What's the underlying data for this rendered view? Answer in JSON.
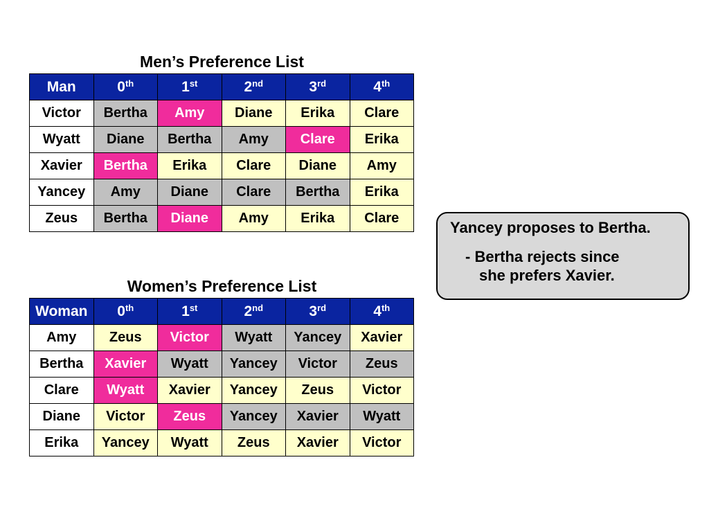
{
  "colors": {
    "header_bg": "#0a24a0",
    "header_text": "#ffffff",
    "gray": "#c0c0c0",
    "pink": "#f02c9c",
    "cream": "#ffffcc",
    "white": "#ffffff"
  },
  "men": {
    "title": "Men’s Preference List",
    "header": [
      {
        "base": "Man",
        "sup": ""
      },
      {
        "base": "0",
        "sup": "th"
      },
      {
        "base": "1",
        "sup": "st"
      },
      {
        "base": "2",
        "sup": "nd"
      },
      {
        "base": "3",
        "sup": "rd"
      },
      {
        "base": "4",
        "sup": "th"
      }
    ],
    "rows": [
      {
        "name": "Victor",
        "prefs": [
          "Bertha",
          "Amy",
          "Diane",
          "Erika",
          "Clare"
        ],
        "styles": [
          "gray",
          "pink",
          "cream",
          "cream",
          "cream"
        ]
      },
      {
        "name": "Wyatt",
        "prefs": [
          "Diane",
          "Bertha",
          "Amy",
          "Clare",
          "Erika"
        ],
        "styles": [
          "gray",
          "gray",
          "gray",
          "pink",
          "cream"
        ]
      },
      {
        "name": "Xavier",
        "prefs": [
          "Bertha",
          "Erika",
          "Clare",
          "Diane",
          "Amy"
        ],
        "styles": [
          "pink",
          "cream",
          "cream",
          "cream",
          "cream"
        ]
      },
      {
        "name": "Yancey",
        "prefs": [
          "Amy",
          "Diane",
          "Clare",
          "Bertha",
          "Erika"
        ],
        "styles": [
          "gray",
          "gray",
          "gray",
          "gray",
          "cream"
        ]
      },
      {
        "name": "Zeus",
        "prefs": [
          "Bertha",
          "Diane",
          "Amy",
          "Erika",
          "Clare"
        ],
        "styles": [
          "gray",
          "pink",
          "cream",
          "cream",
          "cream"
        ]
      }
    ]
  },
  "women": {
    "title": "Women’s Preference List",
    "header": [
      {
        "base": "Woman",
        "sup": ""
      },
      {
        "base": "0",
        "sup": "th"
      },
      {
        "base": "1",
        "sup": "st"
      },
      {
        "base": "2",
        "sup": "nd"
      },
      {
        "base": "3",
        "sup": "rd"
      },
      {
        "base": "4",
        "sup": "th"
      }
    ],
    "rows": [
      {
        "name": "Amy",
        "prefs": [
          "Zeus",
          "Victor",
          "Wyatt",
          "Yancey",
          "Xavier"
        ],
        "styles": [
          "cream",
          "pink",
          "gray",
          "gray",
          "cream"
        ]
      },
      {
        "name": "Bertha",
        "prefs": [
          "Xavier",
          "Wyatt",
          "Yancey",
          "Victor",
          "Zeus"
        ],
        "styles": [
          "pink",
          "gray",
          "gray",
          "gray",
          "gray"
        ]
      },
      {
        "name": "Clare",
        "prefs": [
          "Wyatt",
          "Xavier",
          "Yancey",
          "Zeus",
          "Victor"
        ],
        "styles": [
          "pink",
          "cream",
          "cream",
          "cream",
          "cream"
        ]
      },
      {
        "name": "Diane",
        "prefs": [
          "Victor",
          "Zeus",
          "Yancey",
          "Xavier",
          "Wyatt"
        ],
        "styles": [
          "cream",
          "pink",
          "gray",
          "gray",
          "gray"
        ]
      },
      {
        "name": "Erika",
        "prefs": [
          "Yancey",
          "Wyatt",
          "Zeus",
          "Xavier",
          "Victor"
        ],
        "styles": [
          "cream",
          "cream",
          "cream",
          "cream",
          "cream"
        ]
      }
    ]
  },
  "callout": {
    "line1": "Yancey proposes to Bertha.",
    "line2": "-  Bertha rejects since",
    "line3": "she prefers Xavier."
  }
}
